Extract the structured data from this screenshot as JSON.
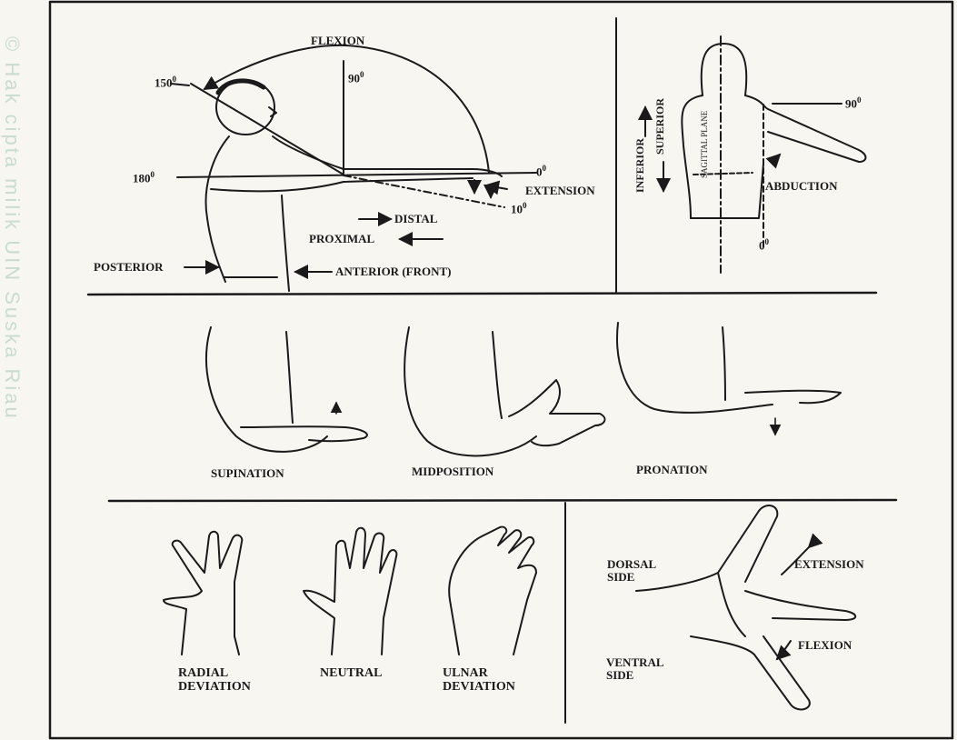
{
  "watermark": "© Hak cipta milik UIN Suska Riau",
  "shoulder_flexion": {
    "flexion": "FLEXION",
    "deg_90": "90",
    "deg_150": "150",
    "deg_180": "180",
    "deg_0": "0",
    "deg_10": "10",
    "deg_symbol": "0",
    "extension": "EXTENSION",
    "distal": "DISTAL",
    "proximal": "PROXIMAL",
    "posterior": "POSTERIOR",
    "anterior": "ANTERIOR (FRONT)"
  },
  "shoulder_abduction": {
    "inferior": "INFERIOR",
    "superior": "SUPERIOR",
    "sagittal_plane": "SAGITTAL PLANE",
    "deg_90": "90",
    "deg_0": "0",
    "deg_symbol": "0",
    "abduction": "ABDUCTION"
  },
  "forearm": {
    "supination": "SUPINATION",
    "midposition": "MIDPOSITION",
    "pronation": "PRONATION"
  },
  "wrist_deviation": {
    "radial_line1": "RADIAL",
    "radial_line2": "DEVIATION",
    "neutral": "NEUTRAL",
    "ulnar_line1": "ULNAR",
    "ulnar_line2": "DEVIATION"
  },
  "wrist_flexion": {
    "dorsal_line1": "DORSAL",
    "dorsal_line2": "SIDE",
    "ventral_line1": "VENTRAL",
    "ventral_line2": "SIDE",
    "extension": "EXTENSION",
    "flexion": "FLEXION"
  }
}
